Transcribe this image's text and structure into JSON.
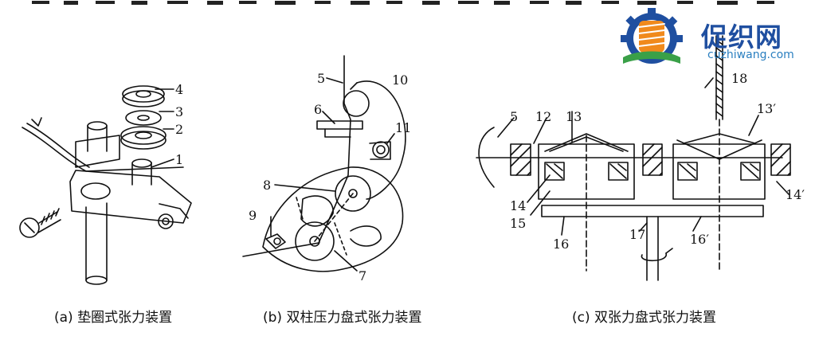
{
  "captions": {
    "a": "(a) 垫圈式张力装置",
    "b": "(b) 双柱压力盘式张力装置",
    "c": "(c) 双张力盘式张力装置"
  },
  "labels": {
    "a": [
      "4",
      "3",
      "2",
      "1"
    ],
    "b": [
      "5",
      "10",
      "6",
      "11",
      "8",
      "9",
      "7"
    ],
    "c": [
      "5",
      "12",
      "13",
      "18",
      "13′",
      "14",
      "15",
      "16",
      "17",
      "16′",
      "14′"
    ]
  },
  "watermark": {
    "name": "促织网",
    "url": "cuzhiwang.com",
    "colors": {
      "blue": "#1f4fa0",
      "orange": "#f08a1c",
      "green": "#3aa048"
    }
  }
}
